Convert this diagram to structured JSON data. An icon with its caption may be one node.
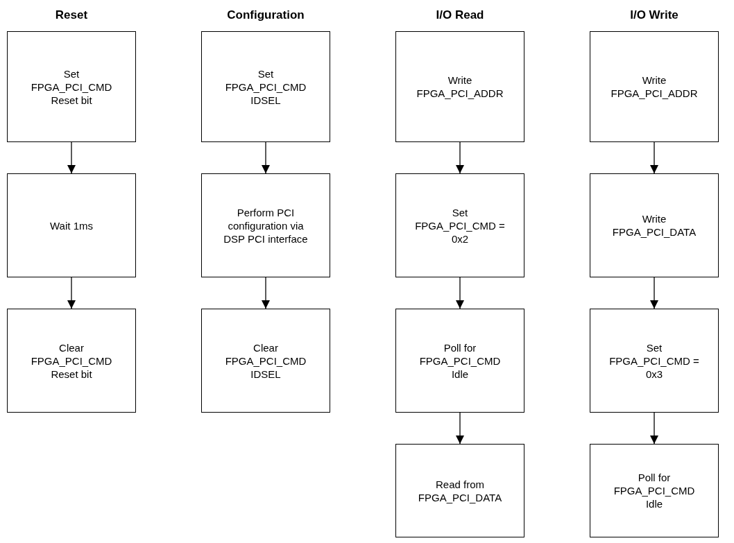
{
  "diagram": {
    "nodes": [
      {
        "text": [
          "Set FPGA_PCI_CMD Reset bit"
        ]
      },
      {
        "text": [
          "Wait 1ms"
        ]
      },
      {
        "text": [
          "Clear FPGA_PCI_CMD Reset bit"
        ]
      },
      {
        "text": [
          "Set FPGA_PCI_CMD IDSEL"
        ]
      },
      {
        "text": [
          "Perform PCI configuration via DSP PCI interface"
        ]
      },
      {
        "text": [
          "Clear FPGA_PCI_CMD IDSEL"
        ]
      },
      {
        "text": [
          "Write FPGA_PCI_ADDR"
        ]
      },
      {
        "text": [
          "Set FPGA_PCI_CMD = 0x2"
        ]
      },
      {
        "text": [
          "Poll for FPGA_PCI_CMD Idle"
        ]
      },
      {
        "text": [
          "Read from FPGA_PCI_DATA"
        ]
      },
      {
        "text": [
          "Write FPGA_PCI_ADDR"
        ]
      },
      {
        "text": [
          "Write FPGA_PCI_DATA"
        ]
      },
      {
        "text": [
          "Set FPGA_PCI_CMD = 0x3"
        ]
      },
      {
        "text": [
          "Poll for FPGA_PCI_CMD Idle"
        ]
      }
    ],
    "edges": [
      {
        "from": 0,
        "to": 1,
        "arrow": "to"
      },
      {
        "from": 1,
        "to": 2,
        "arrow": "to"
      },
      {
        "from": 3,
        "to": 4,
        "arrow": "to"
      },
      {
        "from": 4,
        "to": 5,
        "arrow": "to"
      },
      {
        "from": 6,
        "to": 7,
        "arrow": "to"
      },
      {
        "from": 7,
        "to": 8,
        "arrow": "to"
      },
      {
        "from": 8,
        "to": 9,
        "arrow": "to"
      },
      {
        "from": 10,
        "to": 11,
        "arrow": "to"
      },
      {
        "from": 11,
        "to": 12,
        "arrow": "to"
      },
      {
        "from": 12,
        "to": 13,
        "arrow": "to"
      }
    ],
    "labels": [
      "Reset",
      "Configuration",
      "I/O Read",
      "I/O Write"
    ]
  }
}
